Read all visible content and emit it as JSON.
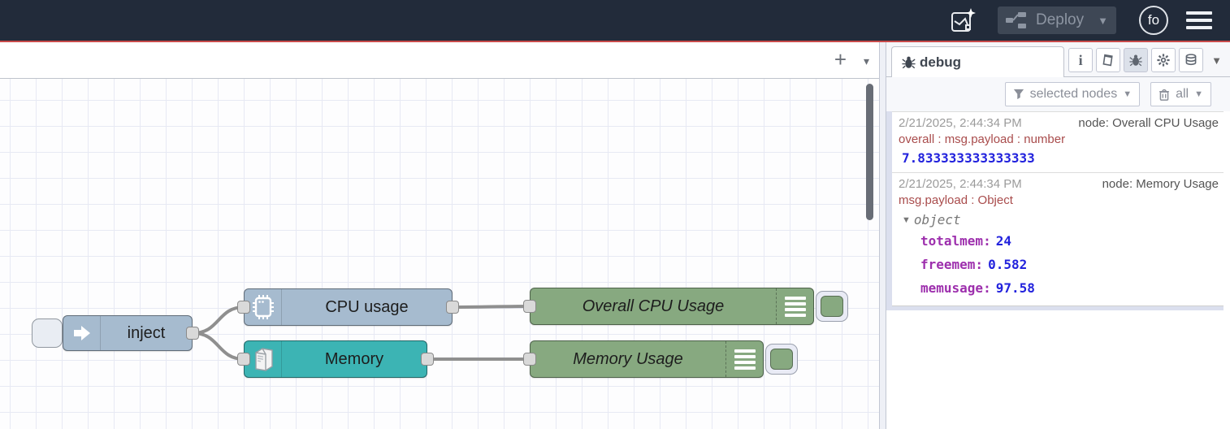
{
  "header": {
    "deploy_label": "Deploy",
    "avatar_initials": "fo"
  },
  "canvas": {
    "add_flow_label": "+",
    "tab_list_caret": "▾"
  },
  "flow": {
    "nodes": [
      {
        "id": "inject",
        "type": "inject",
        "label": "inject",
        "color": "#a6bbcf"
      },
      {
        "id": "cpu-usage",
        "type": "cpu",
        "label": "CPU usage",
        "color": "#a6bbcf"
      },
      {
        "id": "memory",
        "type": "memory",
        "label": "Memory",
        "color": "#3cb4b4"
      },
      {
        "id": "debug-cpu",
        "type": "debug",
        "label": "Overall CPU Usage",
        "color": "#87a980"
      },
      {
        "id": "debug-mem",
        "type": "debug",
        "label": "Memory Usage",
        "color": "#87a980"
      }
    ],
    "connections": [
      {
        "from": "inject",
        "to": "cpu-usage"
      },
      {
        "from": "inject",
        "to": "memory"
      },
      {
        "from": "cpu-usage",
        "to": "debug-cpu"
      },
      {
        "from": "memory",
        "to": "debug-mem"
      }
    ]
  },
  "sidebar": {
    "tab_label": "debug",
    "filter_button_label": "selected nodes",
    "clear_button_label": "all",
    "messages": [
      {
        "timestamp": "2/21/2025, 2:44:34 PM",
        "source": "node: Overall CPU Usage",
        "property": "overall : msg.payload : number",
        "value": "7.833333333333333"
      },
      {
        "timestamp": "2/21/2025, 2:44:34 PM",
        "source": "node: Memory Usage",
        "property": "msg.payload : Object",
        "object_label": "object",
        "rows": [
          {
            "key": "totalmem:",
            "value": "24"
          },
          {
            "key": "freemem:",
            "value": "0.582"
          },
          {
            "key": "memusage:",
            "value": "97.58"
          }
        ]
      }
    ]
  },
  "colors": {
    "header_bg": "#222b3a",
    "header_accent_line": "#c94b4b",
    "node_blue": "#a6bbcf",
    "node_teal": "#3cb4b4",
    "node_green": "#87a980",
    "wire": "#8f8f8f",
    "debug_number": "#2222dd",
    "debug_key": "#9d2fad",
    "debug_property": "#a94c4c"
  }
}
